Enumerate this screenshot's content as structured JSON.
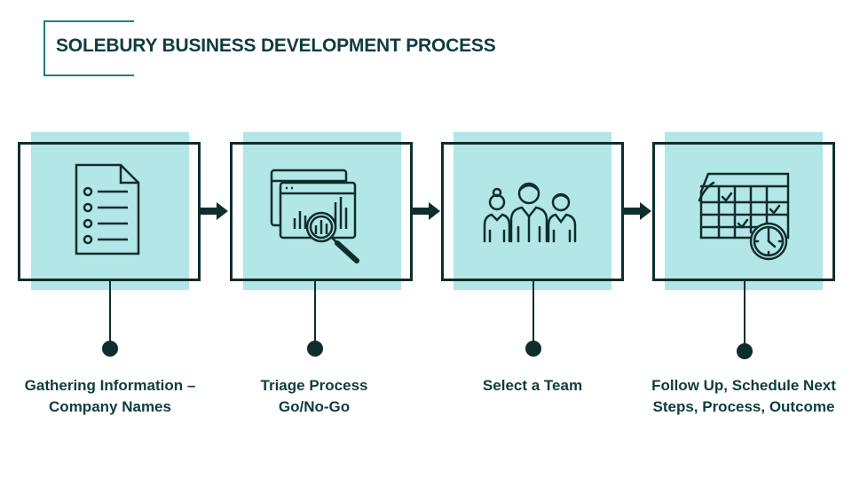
{
  "title": "SOLEBURY BUSINESS DEVELOPMENT PROCESS",
  "colors": {
    "accent_bg": "#b3e6e6",
    "dark": "#0d2e2c",
    "title_frame": "#1b7f7a"
  },
  "steps": [
    {
      "icon": "document-checklist-icon",
      "line1": "Gathering Information –",
      "line2": "Company Names"
    },
    {
      "icon": "analytics-magnifier-icon",
      "line1": "Triage Process",
      "line2": "Go/No-Go"
    },
    {
      "icon": "team-people-icon",
      "line1": "Select a Team",
      "line2": ""
    },
    {
      "icon": "calendar-clock-icon",
      "line1": "Follow Up, Schedule Next",
      "line2": "Steps, Process, Outcome"
    }
  ]
}
